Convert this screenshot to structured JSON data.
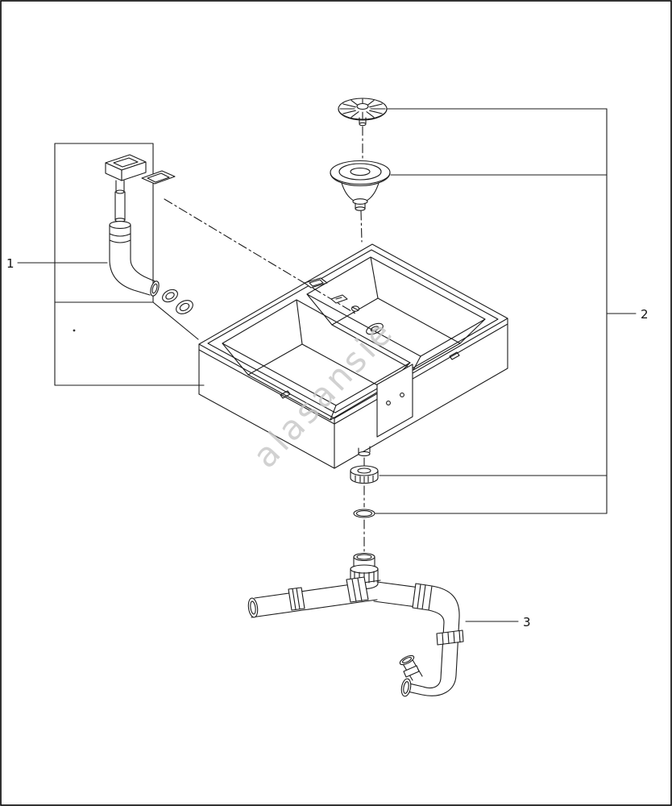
{
  "page": {
    "background": "#ffffff",
    "border_color": "#000000",
    "line_color": "#1b1b1b"
  },
  "watermark": {
    "text": "alasansie",
    "color": "#c6c6c6"
  },
  "diagram": {
    "type": "exploded-parts-diagram",
    "subject": "kitchen sink with strainer waste set and trap assembly"
  },
  "callouts": {
    "part1": {
      "label": "1",
      "part_name": "overflow-kit"
    },
    "part2": {
      "label": "2",
      "part_name": "strainer-waste-set"
    },
    "part3": {
      "label": "3",
      "part_name": "drain-trap-assembly"
    }
  }
}
